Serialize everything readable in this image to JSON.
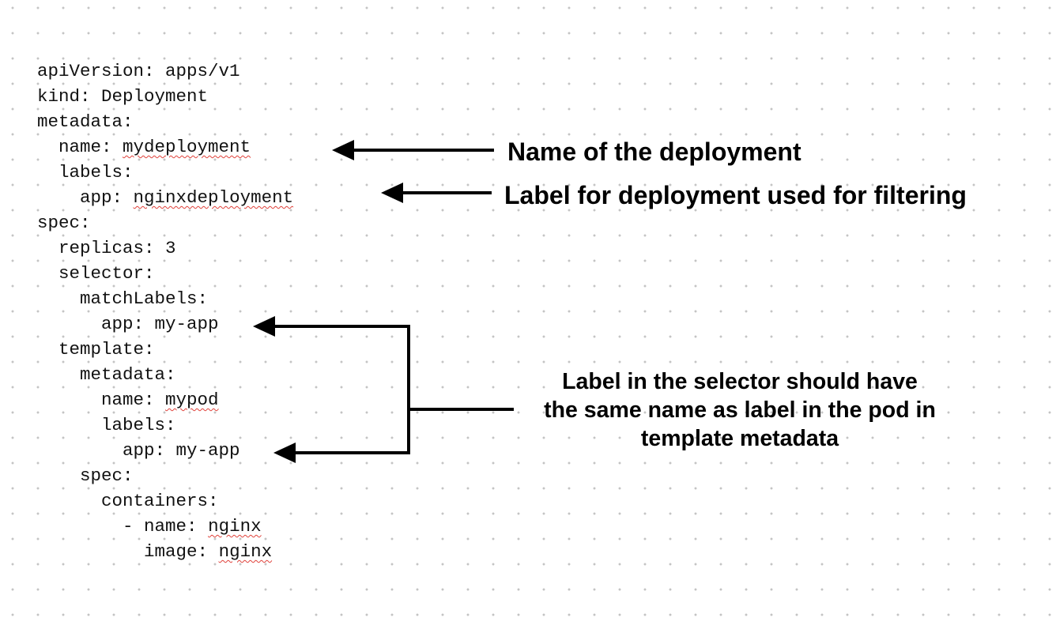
{
  "yaml_lines": [
    {
      "indent": 0,
      "key": "apiVersion:",
      "value": "apps/v1",
      "squiggle": false
    },
    {
      "indent": 0,
      "key": "kind:",
      "value": "Deployment",
      "squiggle": false
    },
    {
      "indent": 0,
      "key": "metadata:",
      "value": "",
      "squiggle": false
    },
    {
      "indent": 2,
      "key": "name:",
      "value": "mydeployment",
      "squiggle": true
    },
    {
      "indent": 2,
      "key": "labels:",
      "value": "",
      "squiggle": false
    },
    {
      "indent": 4,
      "key": "app:",
      "value": "nginxdeployment",
      "squiggle": true
    },
    {
      "indent": 0,
      "key": "spec:",
      "value": "",
      "squiggle": false
    },
    {
      "indent": 2,
      "key": "replicas:",
      "value": "3",
      "squiggle": false
    },
    {
      "indent": 2,
      "key": "selector:",
      "value": "",
      "squiggle": false
    },
    {
      "indent": 4,
      "key": "matchLabels:",
      "value": "",
      "squiggle": false
    },
    {
      "indent": 6,
      "key": "app:",
      "value": "my-app",
      "squiggle": false
    },
    {
      "indent": 2,
      "key": "template:",
      "value": "",
      "squiggle": false
    },
    {
      "indent": 4,
      "key": "metadata:",
      "value": "",
      "squiggle": false
    },
    {
      "indent": 6,
      "key": "name:",
      "value": "mypod",
      "squiggle": true
    },
    {
      "indent": 6,
      "key": "labels:",
      "value": "",
      "squiggle": false
    },
    {
      "indent": 8,
      "key": "app:",
      "value": "my-app",
      "squiggle": false
    },
    {
      "indent": 4,
      "key": "spec:",
      "value": "",
      "squiggle": false
    },
    {
      "indent": 6,
      "key": "containers:",
      "value": "",
      "squiggle": false
    },
    {
      "indent": 8,
      "key": "- name:",
      "value": "nginx",
      "squiggle": true
    },
    {
      "indent": 10,
      "key": "image:",
      "value": "nginx",
      "squiggle": true
    }
  ],
  "annotations": {
    "name_note": "Name of the deployment",
    "label_note": "Label for deployment used for filtering",
    "selector_note": [
      "Label in the selector should have",
      "the same name as label in the pod in",
      "template metadata"
    ]
  },
  "colors": {
    "text": "#111111",
    "arrow": "#000000",
    "squiggle": "#e0413a",
    "grid_dot": "#c4c4c4"
  }
}
